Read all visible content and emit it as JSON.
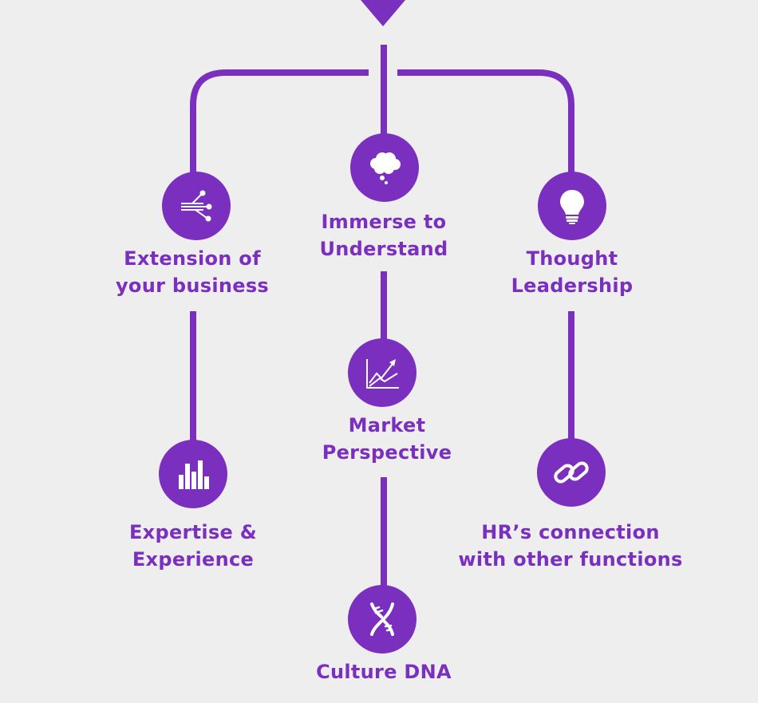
{
  "colors": {
    "accent": "#7b2fbe",
    "background": "#eeeeee",
    "icon": "#ffffff"
  },
  "nodes": [
    {
      "id": "immerse",
      "icon": "thought-cloud-icon",
      "label_line1": "Immerse to",
      "label_line2": "Understand"
    },
    {
      "id": "extension",
      "icon": "network-icon",
      "label_line1": "Extension of",
      "label_line2": "your business"
    },
    {
      "id": "thought",
      "icon": "lightbulb-icon",
      "label_line1": "Thought",
      "label_line2": "Leadership"
    },
    {
      "id": "market",
      "icon": "growth-chart-icon",
      "label_line1": "Market",
      "label_line2": "Perspective"
    },
    {
      "id": "expertise",
      "icon": "bar-chart-icon",
      "label_line1": "Expertise &",
      "label_line2": "Experience"
    },
    {
      "id": "hr",
      "icon": "link-icon",
      "label_line1": "HR’s connection",
      "label_line2": "with other functions"
    },
    {
      "id": "culture",
      "icon": "dna-icon",
      "label_line1": "Culture DNA",
      "label_line2": ""
    }
  ]
}
